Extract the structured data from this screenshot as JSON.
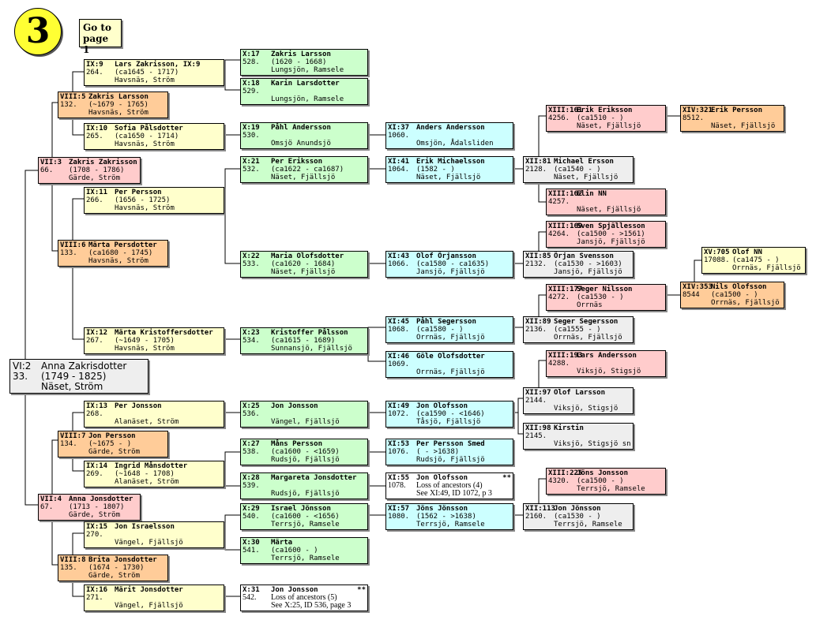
{
  "page_badge": "3",
  "goto_link": "Go to page 1",
  "root": {
    "gen": "VI:2",
    "name": "Anna Zakrisdotter",
    "id": "33.",
    "dates": "(1749 - 1825)",
    "place": "Näset, Ström"
  },
  "persons": {
    "IX9": {
      "gen": "IX:9",
      "name": "Lars Zakrisson, IX:9",
      "id": "264.",
      "dates": "(ca1645 - 1717)",
      "place": "Havsnäs, Ström"
    },
    "VIII5": {
      "gen": "VIII:5",
      "name": "Zakris Larsson",
      "id": "132.",
      "dates": "(~1679 - 1765)",
      "place": "Havsnäs, Ström"
    },
    "IX10": {
      "gen": "IX:10",
      "name": "Sofia Pålsdotter",
      "id": "265.",
      "dates": "(ca1650 - 1714)",
      "place": "Havsnäs, Ström"
    },
    "VII3": {
      "gen": "VII:3",
      "name": "Zakris Zakrisson",
      "id": "66.",
      "dates": "(1708 - 1786)",
      "place": "Gärde, Ström"
    },
    "IX11": {
      "gen": "IX:11",
      "name": "Per  Persson",
      "id": "266.",
      "dates": "(1656 - 1725)",
      "place": "Havsnäs, Ström"
    },
    "VIII6": {
      "gen": "VIII:6",
      "name": "Märta Persdotter",
      "id": "133.",
      "dates": "(ca1680 - 1745)",
      "place": "Havsnäs, Ström"
    },
    "IX12": {
      "gen": "IX:12",
      "name": "Märta Kristoffersdotter",
      "id": "267.",
      "dates": "(~1649 - 1705)",
      "place": "Havsnäs, Ström"
    },
    "IX13": {
      "gen": "IX:13",
      "name": "Per Jonsson",
      "id": "268.",
      "dates": "",
      "place": "Alanäset, Ström"
    },
    "VIII7": {
      "gen": "VIII:7",
      "name": "Jon Persson",
      "id": "134.",
      "dates": "(~1675 - )",
      "place": "Gärde, Ström"
    },
    "IX14": {
      "gen": "IX:14",
      "name": "Ingrid Månsdotter",
      "id": "269.",
      "dates": "(~1648 - 1708)",
      "place": "Alanäset, Ström"
    },
    "VII4": {
      "gen": "VII:4",
      "name": "Anna Jonsdotter",
      "id": "67.",
      "dates": "(1713 - 1807)",
      "place": "Gärde, Ström"
    },
    "IX15": {
      "gen": "IX:15",
      "name": "Jon Israelsson",
      "id": "270.",
      "dates": "",
      "place": "Vängel, Fjällsjö"
    },
    "VIII8": {
      "gen": "VIII:8",
      "name": "Brita Jonsdotter",
      "id": "135.",
      "dates": "(1674 - 1730)",
      "place": "Gärde, Ström"
    },
    "IX16": {
      "gen": "IX:16",
      "name": "Märit Jonsdotter",
      "id": "271.",
      "dates": "",
      "place": "Vängel, Fjällsjö"
    },
    "X17": {
      "gen": "X:17",
      "name": "Zakris Larsson",
      "id": "528.",
      "dates": "(1620 - 1668)",
      "place": "Lungsjön, Ramsele"
    },
    "X18": {
      "gen": "X:18",
      "name": "Karin Larsdotter",
      "id": "529.",
      "dates": "",
      "place": "Lungsjön, Ramsele"
    },
    "X19": {
      "gen": "X:19",
      "name": "Påhl Andersson",
      "id": "530.",
      "dates": "",
      "place": "Omsjö Anundsjö"
    },
    "X21": {
      "gen": "X:21",
      "name": "Per  Eriksson",
      "id": "532.",
      "dates": "(ca1622 - ca1687)",
      "place": "Näset, Fjällsjö"
    },
    "X22": {
      "gen": "X:22",
      "name": "Maria Olofsdotter",
      "id": "533.",
      "dates": "(ca1620 - 1684)",
      "place": "Näset, Fjällsjö"
    },
    "X23": {
      "gen": "X:23",
      "name": "Kristoffer Pålsson",
      "id": "534.",
      "dates": "(ca1615 - 1689)",
      "place": "Sunnansjö, Fjällsjö"
    },
    "X25": {
      "gen": "X:25",
      "name": "Jon Jonsson",
      "id": "536.",
      "dates": "",
      "place": "Vängel, Fjällsjö"
    },
    "X27": {
      "gen": "X:27",
      "name": "Måns Persson",
      "id": "538.",
      "dates": "(ca1600 - <1659)",
      "place": "Rudsjö, Fjällsjö"
    },
    "X28": {
      "gen": "X:28",
      "name": "Margareta Jonsdotter",
      "id": "539.",
      "dates": "",
      "place": "Rudsjö, Fjällsjö"
    },
    "X29": {
      "gen": "X:29",
      "name": "Israel Jönsson",
      "id": "540.",
      "dates": "(ca1600 - <1656)",
      "place": "Terrsjö, Ramsele"
    },
    "X30": {
      "gen": "X:30",
      "name": "Märta",
      "id": "541.",
      "dates": "(ca1600 - )",
      "place": "Terrsjö, Ramsele"
    },
    "X31": {
      "gen": "X:31",
      "name": "Jon Jonsson",
      "id": "542.",
      "dates": "Loss of ancestors (5)",
      "place": "See X:25, ID 536, page 3",
      "stars": "**"
    },
    "XI37": {
      "gen": "XI:37",
      "name": "Anders Andersson",
      "id": "1060.",
      "dates": "",
      "place": "Omsjön, Ådalsliden"
    },
    "XI41": {
      "gen": "XI:41",
      "name": "Erik Michaelsson",
      "id": "1064.",
      "dates": "(1582 - )",
      "place": "Näset, Fjällsjö"
    },
    "XI43": {
      "gen": "XI:43",
      "name": "Olof Örjansson",
      "id": "1066.",
      "dates": "(ca1580 - ca1635)",
      "place": "Jansjö,  Fjällsjö"
    },
    "XI45": {
      "gen": "XI:45",
      "name": "Påhl Segersson",
      "id": "1068.",
      "dates": "(ca1580 - )",
      "place": "Orrnäs, Fjällsjö"
    },
    "XI46": {
      "gen": "XI:46",
      "name": "Göle Olofsdotter",
      "id": "1069.",
      "dates": "",
      "place": "Orrnäs, Fjällsjö"
    },
    "XI49": {
      "gen": "XI:49",
      "name": "Jon Olofsson",
      "id": "1072.",
      "dates": "(ca1590 - <1646)",
      "place": "Tåsjö, Fjällsjö"
    },
    "XI53": {
      "gen": "XI:53",
      "name": "Per Persson Smed",
      "id": "1076.",
      "dates": "( - >1638)",
      "place": "Rudsjö, Fjällsjö"
    },
    "XI55": {
      "gen": "XI:55",
      "name": "Jon Olofsson",
      "id": "1078.",
      "dates": "Loss of ancestors (4)",
      "place": "See XI:49, ID 1072, p 3",
      "stars": "**"
    },
    "XI57": {
      "gen": "XI:57",
      "name": "Jöns Jönsson",
      "id": "1080.",
      "dates": "(1562 - >1638)",
      "place": "Terrsjö, Ramsele"
    },
    "XII81": {
      "gen": "XII:81",
      "name": "Michael Ersson",
      "id": "2128.",
      "dates": "(ca1540 - )",
      "place": "Näset, Fjällsjö"
    },
    "XII85": {
      "gen": "XII:85",
      "name": "Örjan Svensson",
      "id": "2132.",
      "dates": "(ca1530 - >1603)",
      "place": "Jansjö,  Fjällsjö"
    },
    "XII89": {
      "gen": "XII:89",
      "name": "Seger Segersson",
      "id": "2136.",
      "dates": "(ca1555 - )",
      "place": "Orrnäs, Fjällsjö"
    },
    "XII97": {
      "gen": "XII:97",
      "name": "Olof Larsson",
      "id": "2144.",
      "dates": "",
      "place": "Viksjö, Stigsjö"
    },
    "XII98": {
      "gen": "XII:98",
      "name": "Kirstin",
      "id": "2145.",
      "dates": "",
      "place": "Viksjö, Stigsjö sn"
    },
    "XII113": {
      "gen": "XII:113",
      "name": "Jon Jönsson",
      "id": "2160.",
      "dates": "(ca1530 - )",
      "place": "Terrsjö, Ramsele"
    },
    "XIII161": {
      "gen": "XIII:161",
      "name": "Erik Eriksson",
      "id": "4256.",
      "dates": "(ca1510 - )",
      "place": "Näset, Fjällsjö"
    },
    "XIII162": {
      "gen": "XIII:162",
      "name": "Elin NN",
      "id": "4257.",
      "dates": "",
      "place": "Näset, Fjällsjö"
    },
    "XIII169": {
      "gen": "XIII:169",
      "name": "Sven Spjällesson",
      "id": "4264.",
      "dates": "(ca1500 - >1561)",
      "place": "Jansjö, Fjällsjö"
    },
    "XIII177": {
      "gen": "XIII:177",
      "name": "Seger Nilsson",
      "id": "4272.",
      "dates": "(ca1530 - )",
      "place": "Orrnäs"
    },
    "XIII193": {
      "gen": "XIII:193",
      "name": "Lars Andersson",
      "id": "4288.",
      "dates": "",
      "place": "Viksjö, Stigsjö"
    },
    "XIII225": {
      "gen": "XIII:225",
      "name": "Jöns Jonsson",
      "id": "4320.",
      "dates": "(ca1500 - )",
      "place": "Terrsjö, Ramsele"
    },
    "XIV321": {
      "gen": "XIV:321",
      "name": "Erik Persson",
      "id": "8512.",
      "dates": "",
      "place": "Näset, Fjällsjö"
    },
    "XIV353": {
      "gen": "XIV:353",
      "name": "Nils Olofsson",
      "id": "8544",
      "dates": "(ca1500 - )",
      "place": "Orrnäs, Fjällsjö"
    },
    "XV705": {
      "gen": "XV:705",
      "name": "Olof NN",
      "id": "17088.",
      "dates": "(ca1475 - )",
      "place": "Orrnäs, Fjällsjö"
    }
  },
  "colors": {
    "gen_VII": "#ffcccc",
    "gen_VIII": "#ffcc99",
    "gen_IX": "#ffffcc",
    "gen_X": "#ccffcc",
    "gen_XI": "#ccffff",
    "gen_XII": "#eeeeee",
    "gen_XIII": "#ffcccc",
    "gen_XIV": "#ffcc99",
    "gen_XV": "#ffffcc",
    "badge": "#ffff33"
  }
}
